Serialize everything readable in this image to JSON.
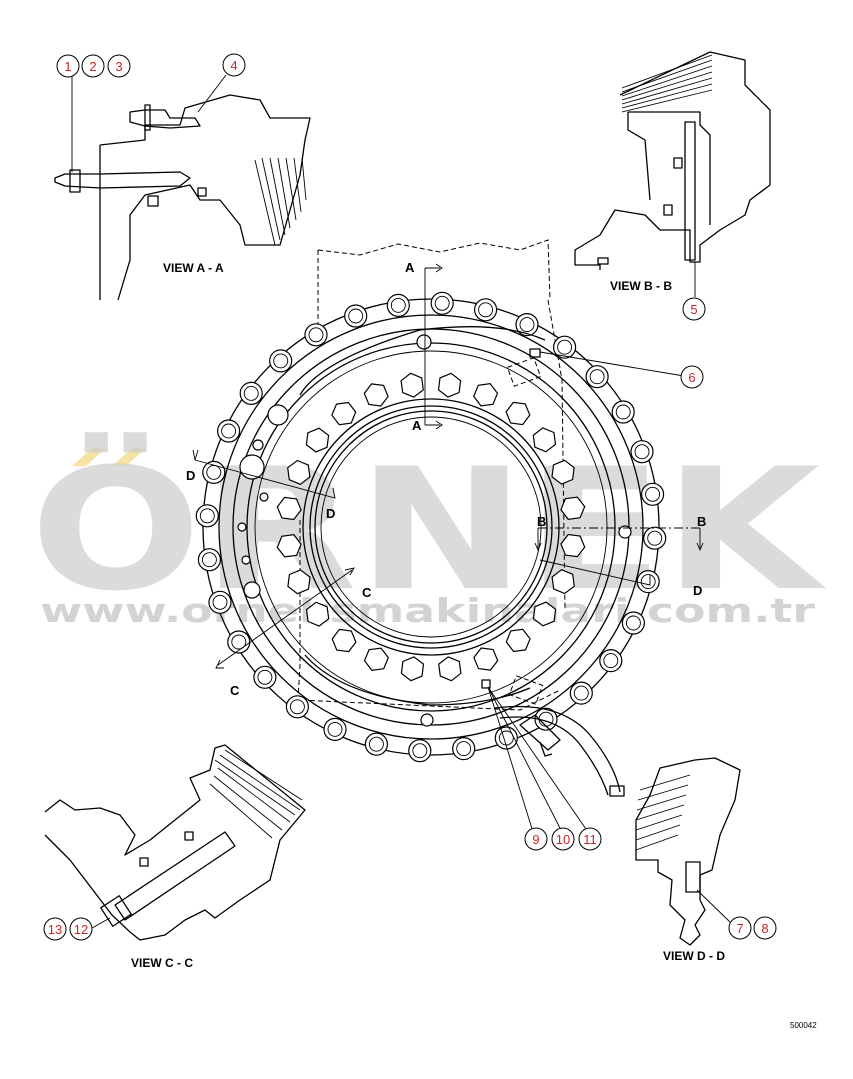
{
  "views": {
    "a": "VIEW A - A",
    "b": "VIEW B - B",
    "c": "VIEW C - C",
    "d": "VIEW D - D"
  },
  "callouts": [
    "1",
    "2",
    "3",
    "4",
    "5",
    "6",
    "7",
    "8",
    "9",
    "10",
    "11",
    "12",
    "13"
  ],
  "section_letters": [
    "A",
    "A",
    "B",
    "B",
    "C",
    "C",
    "D",
    "D"
  ],
  "drawing_ref": "500042",
  "watermark": {
    "brand": "ÖRNEK",
    "url": "www.orneksmakinalari.com.tr"
  },
  "colors": {
    "line": "#000000",
    "callout_text": "#c62828",
    "watermark": "#cfcfcf",
    "watermark_accent": "#f3dc8c"
  }
}
